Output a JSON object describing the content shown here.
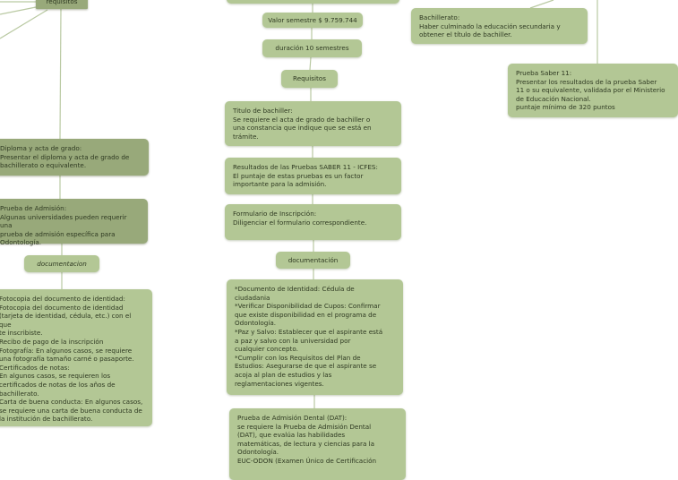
{
  "left_column": {
    "top_node": "requisitos",
    "diploma": "Diploma y acta de grado:\nPresentar el diploma y acta de grado de\nbachillerato o equivalente.",
    "prueba_admision": "Prueba de Admisión:\nAlgunas universidades pueden requerir una\nprueba de admisión específica para\nOdontología.",
    "documentacion_label": "documentacion",
    "documentacion_detail": "Fotocopia del documento de identidad:\nFotocopia del documento de identidad\n(tarjeta de identidad, cédula, etc.) con el que\nte inscribiste.\nRecibo de pago de la inscripción\nFotografía: En algunos casos, se requiere\nuna fotografía tamaño carné o pasaporte.\nCertificados de notas:\nEn algunos casos, se requieren los\ncertificados de notas de los años de\nbachillerato.\nCarta de buena conducta: En algunos casos,\nse requiere una carta de buena conducta de\nla institución de bachillerato."
  },
  "center_column": {
    "valor_semestre": "Valor semestre $ 9.759.744",
    "duracion": "duración 10 semestres",
    "requisitos": "Requisitos",
    "titulo_bachiller": "Titulo de bachiller:\nSe requiere el acta de grado de bachiller o\nuna constancia que indique que se está en\ntrámite.",
    "resultados_saber": "Resultados de las Pruebas SABER 11 - ICFES:\nEl puntaje de estas pruebas es un factor\nimportante para la admisión.",
    "formulario": "Formulario de Inscripción:\nDiligenciar el formulario correspondiente.",
    "documentacion_label": "documentación",
    "documentacion_detail": "*Documento de Identidad: Cédula de\nciudadania\n*Verificar Disponibilidad de Cupos: Confirmar\nque existe disponibilidad en el programa de\nOdontología.\n*Paz y Salvo: Establecer que el aspirante está\na paz y salvo con la universidad por\ncualquier concepto.\n*Cumplir con los Requisitos del Plan de\nEstudios: Asegurarse de que el aspirante se\nacoja al plan de estudios y las\nreglamentaciones vigentes.",
    "prueba_dat": "Prueba de Admisión Dental (DAT):\nse requiere la Prueba de Admisión Dental\n(DAT), que evalúa las habilidades\nmatemáticas, de lectura y ciencias para la\nOdontología.\nEUC-ODON (Examen Único de Certificación"
  },
  "right_column": {
    "bachillerato": "Bachillerato:\nHaber culminado la educación secundaria y\nobtener el título de bachiller.",
    "prueba_saber": "Prueba Saber 11:\nPresentar los resultados de la prueba Saber\n11 o su equivalente, validada por el Ministerio\nde Educación Nacional.\npuntaje mínimo de 320 puntos"
  },
  "colors": {
    "node_fill": "#b3c795",
    "node_dark_fill": "#98a97a",
    "connector": "#b9c9a2",
    "text": "#2f3a22"
  }
}
